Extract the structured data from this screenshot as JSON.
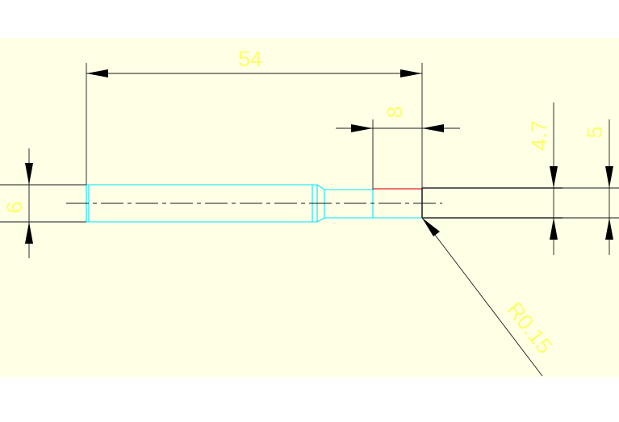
{
  "drawing": {
    "colors": {
      "canvas": "#ffffe6",
      "page": "#ffffff",
      "dimension_text": "#ffff66",
      "outline_cyan": "#00e5ff",
      "outline_dark": "#2a2a2a",
      "highlight_red": "#e02020",
      "lines": "#1a1a1a"
    },
    "dimensions": {
      "overall_length": "54",
      "tip_length": "8",
      "tip_height": "4.7",
      "stock_height": "5",
      "shank_height": "6",
      "corner_radius": "R0.15"
    }
  }
}
